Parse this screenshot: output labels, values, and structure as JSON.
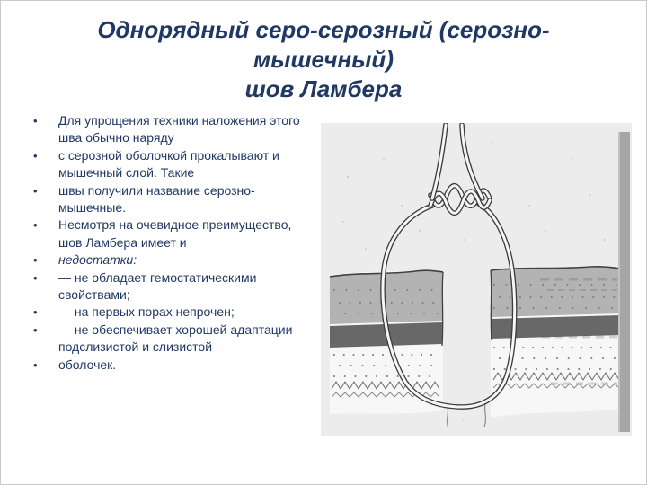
{
  "slide": {
    "bullet_icon": "•",
    "title_lines": [
      "Однорядный серо-серозный (серозно-",
      "мышечный)",
      "шов Ламбера"
    ],
    "bullets": [
      "Для упрощения техники наложения этого шва обычно наряду",
      "с серозной оболочкой прокалывают и мышечный слой. Такие",
      "швы получили название серозно-мышечные.",
      "Несмотря на очевидное преимущество, шов Ламбера имеет и",
      "недостатки:",
      "— не обладает гемостатическими свойствами;",
      "— на первых порах непрочен;",
      "— не обеспечивает хорошей адаптации подслизистой и слизистой",
      "оболочек."
    ],
    "colors": {
      "text": "#203864",
      "background": "#ffffff",
      "figure_background": "#ececec",
      "tissue_gray": "#b3b3b3",
      "tissue_dark": "#686868"
    },
    "figure": {
      "alt": "Cross-section drawing of two tissue edges joined by a Lambert suture thread with a twisted knot"
    }
  }
}
